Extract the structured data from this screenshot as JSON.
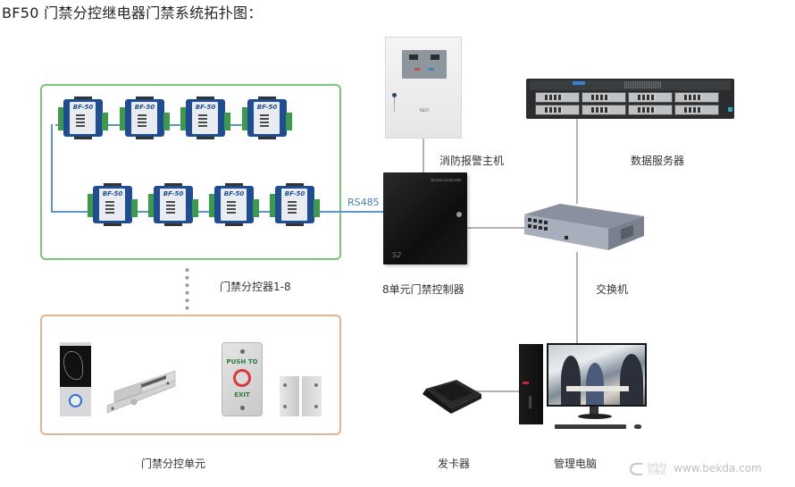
{
  "title": "BF50 门禁分控继电器门禁系统拓扑图：",
  "modules": {
    "model_label": "BF-50",
    "row1_count": 4,
    "row2_count": 4
  },
  "labels": {
    "rs485": "RS485",
    "fire_alarm_host": "消防报警主机",
    "data_server": "数据服务器",
    "sub_controllers": "门禁分控器1-8",
    "controller_8_unit": "8单元门禁控制器",
    "switch": "交换机",
    "sub_control_unit": "门禁分控单元",
    "card_issuer": "发卡器",
    "management_pc": "管理电脑"
  },
  "devices": {
    "exit_button_top": "PUSH TO",
    "exit_button_bottom": "EXIT",
    "controller_brand": "Access Controller",
    "controller_model": "S2",
    "fire_panel_brand": "REST"
  },
  "watermark": {
    "logo_small": "bekda",
    "logo_cn": "贝壳达",
    "url": "www.bekda.com"
  },
  "colors": {
    "group_border_green": "#7cc47a",
    "group_border_orange": "#e3b48f",
    "rs485_line": "#5b95d0",
    "network_line": "#b3b3b3",
    "module_blue": "#1f4d93"
  }
}
